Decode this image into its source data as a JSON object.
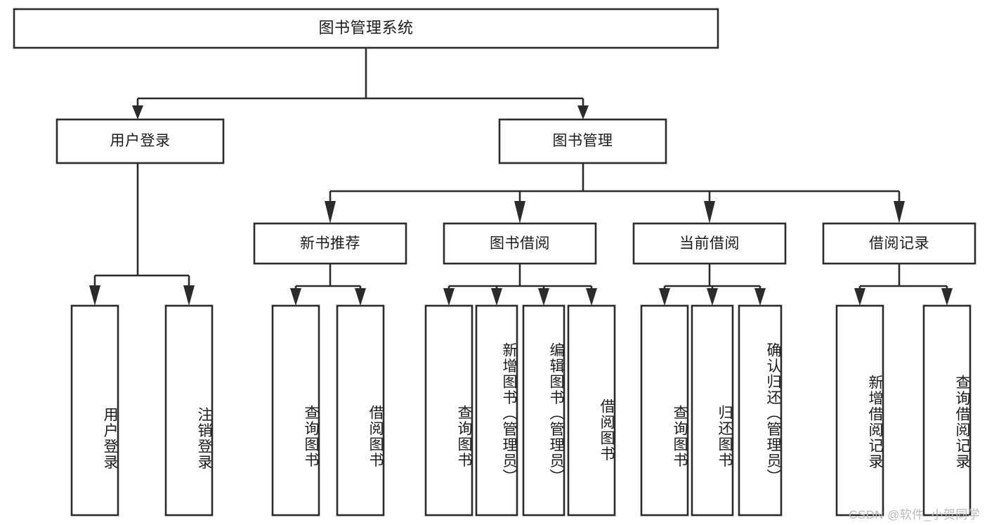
{
  "diagram": {
    "type": "tree-hierarchy",
    "orientation": "top-down",
    "title": "图书管理系统",
    "watermark": "CSDN @软件_小贺同学",
    "colors": {
      "stroke": "#2b2b2b",
      "fill": "#ffffff",
      "text": "#1b1b1b",
      "watermark": "#b9b9b9",
      "background": "#ffffff"
    },
    "levels": {
      "root": {
        "label": "图书管理系统"
      },
      "level2": [
        {
          "id": "user-login",
          "label": "用户登录"
        },
        {
          "id": "book-management",
          "label": "图书管理"
        }
      ],
      "level3": [
        {
          "id": "new-book-recommend",
          "label": "新书推荐",
          "parent": "book-management"
        },
        {
          "id": "book-borrow",
          "label": "图书借阅",
          "parent": "book-management"
        },
        {
          "id": "current-borrow",
          "label": "当前借阅",
          "parent": "book-management"
        },
        {
          "id": "borrow-record",
          "label": "借阅记录",
          "parent": "book-management"
        }
      ],
      "leaves": [
        {
          "id": "leaf-user-login",
          "label": "用户登录",
          "parent": "user-login"
        },
        {
          "id": "leaf-logout",
          "label": "注销登录",
          "parent": "user-login"
        },
        {
          "id": "leaf-query-book-1",
          "label": "查询图书",
          "parent": "new-book-recommend"
        },
        {
          "id": "leaf-borrow-book-1",
          "label": "借阅图书",
          "parent": "new-book-recommend"
        },
        {
          "id": "leaf-query-book-2",
          "label": "查询图书",
          "parent": "book-borrow"
        },
        {
          "id": "leaf-add-book",
          "label": "新增图书（管理员）",
          "parent": "book-borrow"
        },
        {
          "id": "leaf-edit-book",
          "label": "编辑图书（管理员）",
          "parent": "book-borrow"
        },
        {
          "id": "leaf-borrow-book-2",
          "label": "借阅图书",
          "parent": "book-borrow"
        },
        {
          "id": "leaf-query-book-3",
          "label": "查询图书",
          "parent": "current-borrow"
        },
        {
          "id": "leaf-return-book",
          "label": "归还图书",
          "parent": "current-borrow"
        },
        {
          "id": "leaf-confirm-return",
          "label": "确认归还（管理员）",
          "parent": "current-borrow"
        },
        {
          "id": "leaf-add-record",
          "label": "新增借阅记录",
          "parent": "borrow-record"
        },
        {
          "id": "leaf-query-record",
          "label": "查询借阅记录",
          "parent": "borrow-record"
        }
      ]
    }
  }
}
